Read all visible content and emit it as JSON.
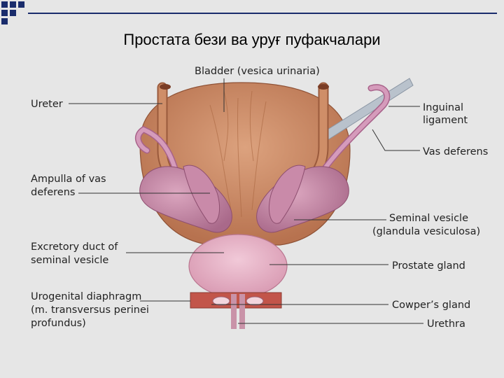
{
  "title": "Простата бези ва уруғ пуфакчалари",
  "labels": {
    "bladder": "Bladder (vesica urinaria)",
    "ureter": "Ureter",
    "inguinal_1": "Inguinal",
    "inguinal_2": "ligament",
    "vas_deferens": "Vas deferens",
    "ampulla_1": "Ampulla of vas",
    "ampulla_2": "deferens",
    "seminal_1": "Seminal vesicle",
    "seminal_2": "(glandula vesiculosa)",
    "excretory_1": "Excretory duct of",
    "excretory_2": "seminal vesicle",
    "prostate": "Prostate gland",
    "urogenital_1": "Urogenital diaphragm",
    "urogenital_2": "(m. transversus perinei",
    "urogenital_3": "profundus)",
    "cowper": "Cowper’s gland",
    "urethra": "Urethra"
  },
  "colors": {
    "bladder": "#c98a68",
    "vesicle": "#c48aa6",
    "prostate": "#e7b6c8",
    "diaphragm": "#c2554a",
    "background": "#e6e6e6",
    "accent": "#1a2c6c"
  }
}
